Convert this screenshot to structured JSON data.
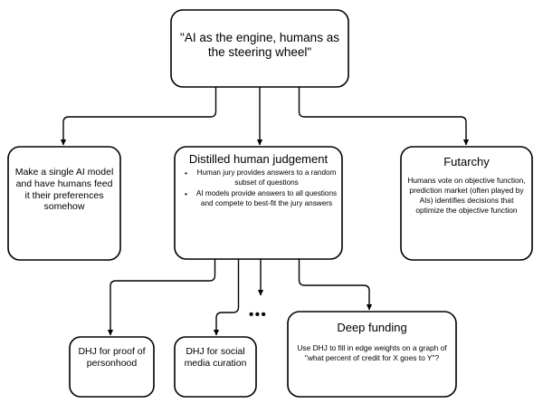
{
  "diagram": {
    "type": "flowchart",
    "background_color": "#ffffff",
    "stroke_color": "#000000",
    "text_color": "#000000",
    "root": {
      "id": "root-thesis",
      "text": "\"AI as the engine, humans as the steering wheel\""
    },
    "level_two": [
      {
        "id": "single-ai-model",
        "title": "",
        "body": "Make a single AI model and have humans feed it their preferences somehow"
      },
      {
        "id": "distilled-human-judgement",
        "title": "Distilled human judgement",
        "bullets": [
          "Human jury provides answers to a random subset of questions",
          "AI models provide answers to all questions and compete to best-fit the jury answers"
        ]
      },
      {
        "id": "futarchy",
        "title": "Futarchy",
        "body": "Humans vote on objective function, prediction market (often played by AIs) identifies decisions that optimize the objective function"
      }
    ],
    "level_three": [
      {
        "id": "dhj-proof-of-personhood",
        "title": "DHJ for proof of personhood"
      },
      {
        "id": "dhj-social-media-curation",
        "title": "DHJ for social media curation"
      },
      {
        "id": "deep-funding",
        "title": "Deep funding",
        "body": "Use DHJ to fill in edge weights on a graph of \"what percent of credit for X goes to Y\"?"
      }
    ],
    "ellipsis_marker": "•••",
    "edges": [
      {
        "from": "root-thesis",
        "to": "single-ai-model",
        "arrow": true
      },
      {
        "from": "root-thesis",
        "to": "distilled-human-judgement",
        "arrow": true
      },
      {
        "from": "root-thesis",
        "to": "futarchy",
        "arrow": true
      },
      {
        "from": "distilled-human-judgement",
        "to": "dhj-proof-of-personhood",
        "arrow": true
      },
      {
        "from": "distilled-human-judgement",
        "to": "dhj-social-media-curation",
        "arrow": true
      },
      {
        "from": "distilled-human-judgement",
        "to": "ellipsis",
        "arrow": true
      },
      {
        "from": "distilled-human-judgement",
        "to": "deep-funding",
        "arrow": true
      }
    ]
  }
}
